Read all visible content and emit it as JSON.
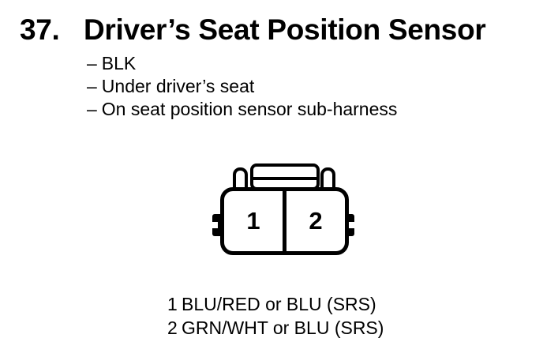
{
  "colors": {
    "ink": "#000000",
    "paper": "#ffffff"
  },
  "header": {
    "item_number": "37.",
    "title": "Driver’s Seat Position Sensor",
    "bullet": "–",
    "details": [
      "BLK",
      "Under driver’s seat",
      "On seat position sensor sub-harness"
    ]
  },
  "connector": {
    "description": "2-cavity connector, front view",
    "pin_labels": [
      "1",
      "2"
    ]
  },
  "legend": {
    "rows": [
      {
        "pin": "1",
        "wire": "BLU/RED or BLU (SRS)"
      },
      {
        "pin": "2",
        "wire": "GRN/WHT or BLU (SRS)"
      }
    ]
  }
}
